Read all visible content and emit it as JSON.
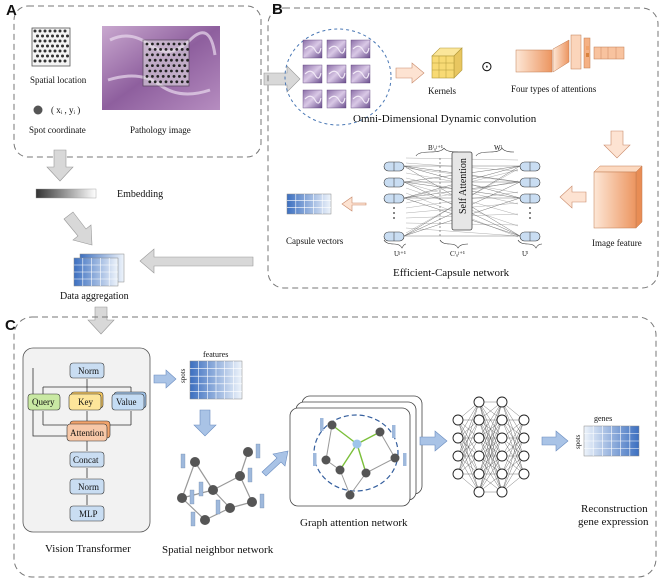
{
  "panels": {
    "A": "A",
    "B": "B",
    "C": "C"
  },
  "panel_a": {
    "spatial_location": "Spatial location",
    "spot_coordinate_formula": "( xᵢ , yᵢ )",
    "spot_coordinate": "Spot coordinate",
    "pathology_image": "Pathology image"
  },
  "left_flow": {
    "embedding": "Embedding",
    "data_aggregation": "Data aggregation"
  },
  "panel_b": {
    "kernels": "Kernels",
    "odot": "⊙",
    "four_types": "Four types of attentions",
    "omni_title": "Omni-Dimensional Dynamic convolution",
    "self_attention": "Self Attention",
    "capsule_vectors": "Capsule vectors",
    "image_feature": "Image feature",
    "efficient_capsule": "Efficient-Capsule network",
    "b_label": "Bˡᵤʲ⁺¹",
    "w_label": "Wˡ",
    "c_label": "Cˡᵤʲ⁺¹",
    "u_left": "Uʲ⁺¹",
    "u_right": "Uˡ"
  },
  "panel_c": {
    "vit": {
      "norm1": "Norm",
      "query": "Query",
      "key": "Key",
      "value": "Value",
      "attention": "Attention",
      "concat": "Concat",
      "norm2": "Norm",
      "mlp": "MLP",
      "caption": "Vision Transformer"
    },
    "features": "features",
    "spots": "spots",
    "spatial_neighbor": "Spatial neighbor network",
    "graph_attention": "Graph attention network",
    "genes": "genes",
    "spots2": "spots",
    "reconstruction_line1": "Reconstruction",
    "reconstruction_line2": "gene expression"
  },
  "colors": {
    "query": "#c9e9a3",
    "key": "#fde59a",
    "value": "#c4dcf4",
    "attention": "#f7c8a8",
    "node_blue": "#c9ddf2",
    "arrow_grey": "#c8c8c8",
    "orange": "#f2a36b"
  }
}
